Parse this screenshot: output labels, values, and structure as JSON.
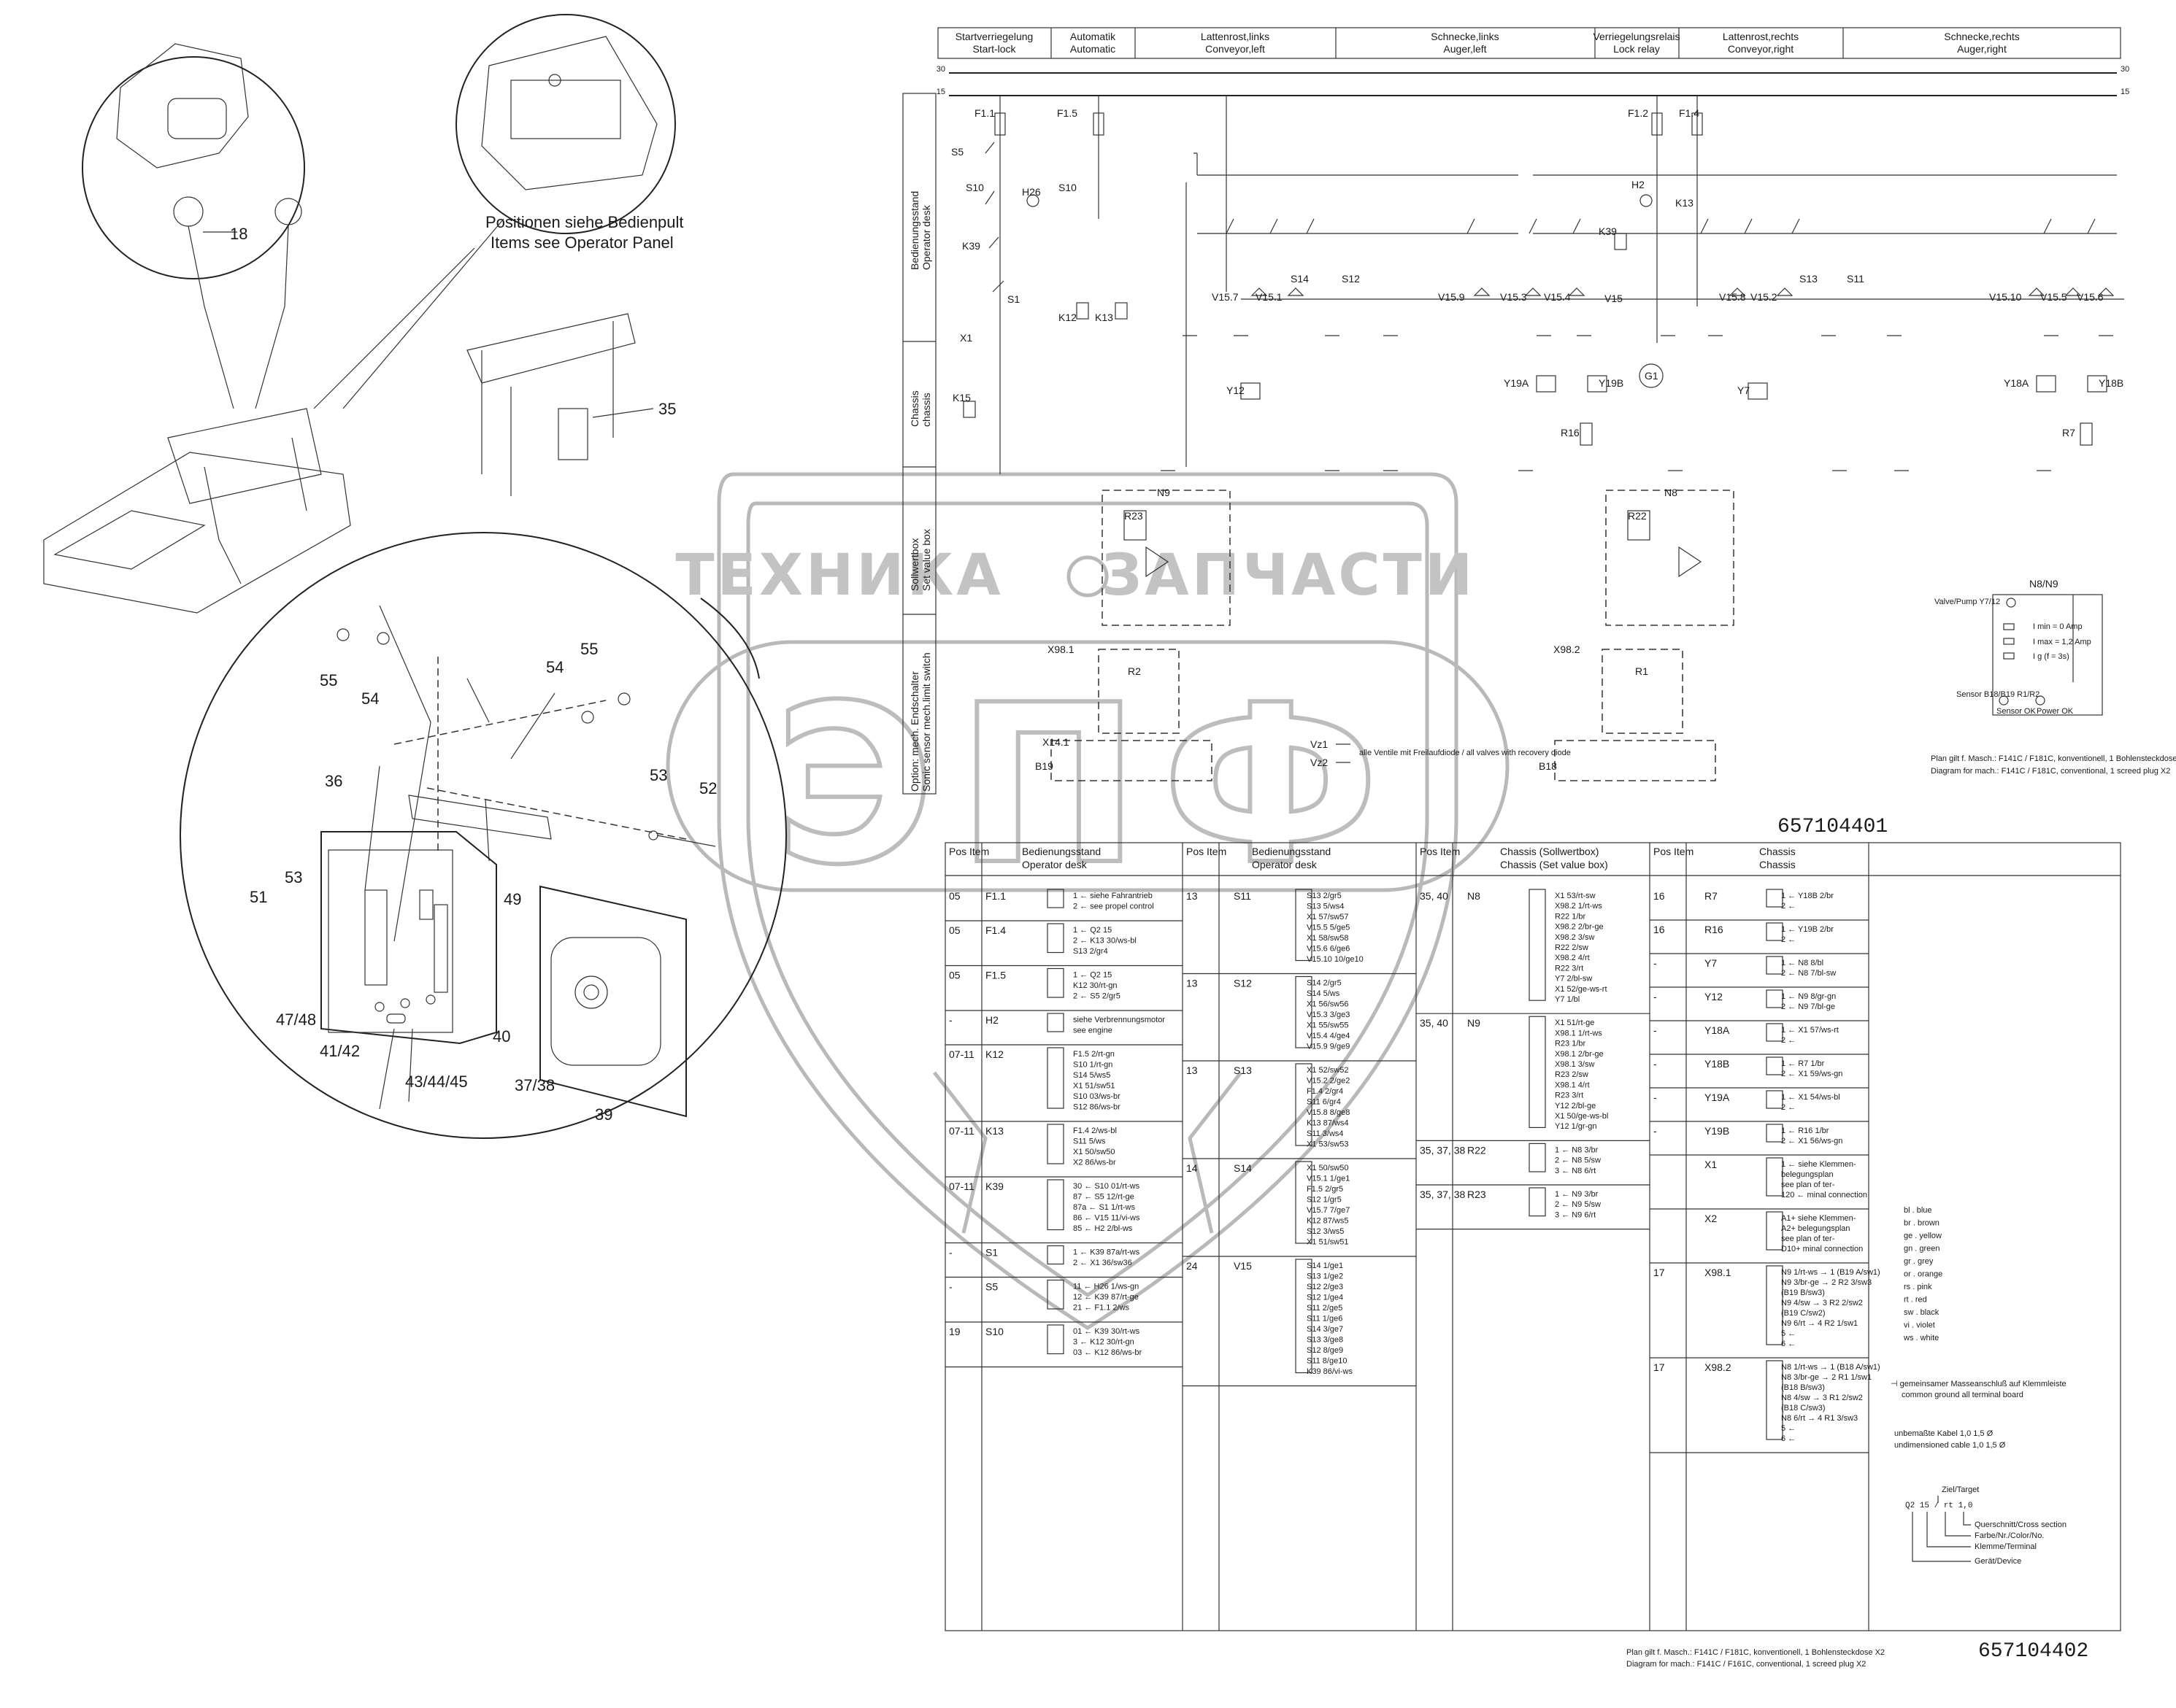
{
  "header": {
    "columns": [
      {
        "de": "Startverriegelung",
        "en": "Start-lock"
      },
      {
        "de": "Automatik",
        "en": "Automatic"
      },
      {
        "de": "Lattenrost,links",
        "en": "Conveyor,left"
      },
      {
        "de": "Schnecke,links",
        "en": "Auger,left"
      },
      {
        "de": "Verriegelungsrelais",
        "en": "Lock relay"
      },
      {
        "de": "Lattenrost,rechts",
        "en": "Conveyor,right"
      },
      {
        "de": "Schnecke,rechts",
        "en": "Auger,right"
      }
    ],
    "rail_30": "30",
    "rail_15": "15"
  },
  "side_sections": [
    {
      "de": "Bedienungsstand",
      "en": "Operator desk"
    },
    {
      "de": "Chassis",
      "en": "chassis"
    },
    {
      "de": "Sollwertbox",
      "en": "Set value box"
    },
    {
      "de": "Option: mech. Endschalter",
      "en": "Sonic sensor mech.limit switch"
    }
  ],
  "callouts": {
    "positions_de": "Positionen siehe Bedienpult",
    "positions_en": "Items see Operator Panel"
  },
  "part_numbers": [
    "18",
    "35",
    "55",
    "54",
    "55",
    "54",
    "36",
    "53",
    "52",
    "49",
    "51",
    "53",
    "47/48",
    "41/42",
    "43/44/45",
    "40",
    "37/38",
    "39"
  ],
  "components_top": [
    "F1.1",
    "F1.5",
    "S5",
    "S10",
    "H26",
    "S10",
    "K39",
    "S1",
    "K12",
    "K13",
    "X1",
    "K15",
    "F1.2",
    "F1.4",
    "H2",
    "K39",
    "K13",
    "V15.7",
    "V15.1",
    "S14",
    "S12",
    "V15.9",
    "V15.3",
    "V15.4",
    "V15",
    "V15.8",
    "V15.2",
    "S13",
    "S11",
    "V15.10",
    "V15.5",
    "V15.6",
    "Y12",
    "Y19A",
    "Y19B",
    "G1",
    "Y7",
    "Y18A",
    "Y18B",
    "R16",
    "R7",
    "N9",
    "N8",
    "R23",
    "R22",
    "R2",
    "R1",
    "X98.1",
    "X98.2",
    "X14.1",
    "B19",
    "B18",
    "Vz1",
    "Vz2"
  ],
  "diode_note": "alle Ventile mit Freilaufdiode / all valves with recovery diode",
  "legend_n8n9": {
    "title": "N8/N9",
    "valve_label": "Valve/Pump Y7/12",
    "imin": "I min = 0 Amp",
    "imax": "I max = 1,2 Amp",
    "ig": "I g (f = 3s)",
    "sensor": "Sensor B18/B19 R1/R2",
    "sensor_ok": "Sensor OK",
    "power_ok": "Power OK"
  },
  "plan_note_top": {
    "de": "Plan gilt f. Masch.: F141C / F181C, konventionell, 1 Bohlensteckdose X2",
    "en": "Diagram for mach.: F141C / F181C, conventional, 1 screed plug X2"
  },
  "drawing_no_top": "657104401",
  "table": {
    "headers": [
      {
        "pos": "Pos Item",
        "title_de": "Bedienungsstand",
        "title_en": "Operator desk"
      },
      {
        "pos": "Pos Item",
        "title_de": "Bedienungsstand",
        "title_en": "Operator desk"
      },
      {
        "pos": "Pos Item",
        "title_de": "Chassis (Sollwertbox)",
        "title_en": "Chassis (Set value box)"
      },
      {
        "pos": "Pos Item",
        "title_de": "Chassis",
        "title_en": "Chassis"
      }
    ],
    "col1": [
      {
        "pos": "05",
        "item": "F1.1",
        "lines": [
          "1 ← siehe Fahrantrieb",
          "2 ← see propel control"
        ]
      },
      {
        "pos": "05",
        "item": "F1.4",
        "lines": [
          "1 ← Q2 15",
          "2 ← K13 30/ws-bl",
          "S13 2/gr4"
        ]
      },
      {
        "pos": "05",
        "item": "F1.5",
        "lines": [
          "1 ← Q2 15",
          "K12 30/rt-gn",
          "2 ← S5 2/gr5"
        ]
      },
      {
        "pos": "-",
        "item": "H2",
        "lines": [
          "siehe Verbrennungsmotor",
          "see engine"
        ]
      },
      {
        "pos": "07-11",
        "item": "K12",
        "lines": [
          "F1.5 2/rt-gn",
          "S10 1/rt-gn",
          "S14 5/ws5",
          "X1 51/sw51",
          "S10 03/ws-br",
          "S12 86/ws-br"
        ]
      },
      {
        "pos": "07-11",
        "item": "K13",
        "lines": [
          "F1.4 2/ws-bl",
          "S11 5/ws",
          "X1 50/sw50",
          "X2 86/ws-br"
        ]
      },
      {
        "pos": "07-11",
        "item": "K39",
        "lines": [
          "30 ← S10 01/rt-ws",
          "87 ← S5 12/rt-ge",
          "87a ← S1 1/rt-ws",
          "86 ← V15 11/vi-ws",
          "85 ← H2 2/bl-ws"
        ]
      },
      {
        "pos": "-",
        "item": "S1",
        "lines": [
          "1 ← K39 87a/rt-ws",
          "2 ← X1 36/sw36"
        ]
      },
      {
        "pos": "-",
        "item": "S5",
        "lines": [
          "11 ← H26 1/ws-gn",
          "12 ← K39 87/rt-ge",
          "21 ← F1.1 2/ws"
        ]
      },
      {
        "pos": "19",
        "item": "S10",
        "lines": [
          "01 ← K39 30/rt-ws",
          "3 ← K12 30/rt-gn",
          "03 ← K12 86/ws-br"
        ]
      }
    ],
    "col2": [
      {
        "pos": "13",
        "item": "S11",
        "lines": [
          "S13 2/gr5",
          "S13 5/ws4",
          "X1 57/sw57",
          "V15.5 5/ge5",
          "X1 58/sw58",
          "V15.6 6/ge6",
          "V15.10 10/ge10"
        ]
      },
      {
        "pos": "13",
        "item": "S12",
        "lines": [
          "S14 2/gr5",
          "S14 5/ws",
          "X1 56/sw56",
          "V15.3 3/ge3",
          "X1 55/sw55",
          "V15.4 4/ge4",
          "V15.9 9/ge9"
        ]
      },
      {
        "pos": "13",
        "item": "S13",
        "lines": [
          "X1 52/sw52",
          "V15.2 2/ge2",
          "F1.4 2/gr4",
          "S11 6/gr4",
          "V15.8 8/ge8",
          "K13 87/ws4",
          "S11 3/ws4",
          "X1 53/sw53"
        ]
      },
      {
        "pos": "14",
        "item": "S14",
        "lines": [
          "X1 50/sw50",
          "V15.1 1/ge1",
          "F1.5 2/gr5",
          "S12 1/gr5",
          "V15.7 7/ge7",
          "K12 87/ws5",
          "S12 3/ws5",
          "X1 51/sw51"
        ]
      },
      {
        "pos": "24",
        "item": "V15",
        "lines": [
          "S14 1/ge1",
          "S13 1/ge2",
          "S12 2/ge3",
          "S12 1/ge4",
          "S11 2/ge5",
          "S11 1/ge6",
          "S14 3/ge7",
          "S13 3/ge8",
          "S12 8/ge9",
          "S11 8/ge10",
          "K39 86/vi-ws"
        ]
      }
    ],
    "col3": [
      {
        "pos": "35, 40",
        "item": "N8",
        "lines": [
          "X1 53/rt-sw",
          "X98.2 1/rt-ws",
          "R22 1/br",
          "X98.2 2/br-ge",
          "X98.2 3/sw",
          "R22 2/sw",
          "X98.2 4/rt",
          "R22 3/rt",
          "Y7 2/bl-sw",
          "X1 52/ge-ws-rt",
          "Y7 1/bl"
        ]
      },
      {
        "pos": "35, 40",
        "item": "N9",
        "lines": [
          "X1 51/rt-ge",
          "X98.1 1/rt-ws",
          "R23 1/br",
          "X98.1 2/br-ge",
          "X98.1 3/sw",
          "R23 2/sw",
          "X98.1 4/rt",
          "R23 3/rt",
          "Y12 2/bl-ge",
          "X1 50/ge-ws-bl",
          "Y12 1/gr-gn"
        ]
      },
      {
        "pos": "35, 37, 38",
        "item": "R22",
        "lines": [
          "1 ← N8 3/br",
          "2 ← N8 5/sw",
          "3 ← N8 6/rt"
        ]
      },
      {
        "pos": "35, 37, 38",
        "item": "R23",
        "lines": [
          "1 ← N9 3/br",
          "2 ← N9 5/sw",
          "3 ← N9 6/rt"
        ]
      }
    ],
    "col4": [
      {
        "pos": "16",
        "item": "R7",
        "lines": [
          "1 ← Y18B 2/br",
          "2 ←"
        ]
      },
      {
        "pos": "16",
        "item": "R16",
        "lines": [
          "1 ← Y19B 2/br",
          "2 ←"
        ]
      },
      {
        "pos": "-",
        "item": "Y7",
        "lines": [
          "1 ← N8 8/bl",
          "2 ← N8 7/bl-sw"
        ]
      },
      {
        "pos": "-",
        "item": "Y12",
        "lines": [
          "1 ← N9 8/gr-gn",
          "2 ← N9 7/bl-ge"
        ]
      },
      {
        "pos": "-",
        "item": "Y18A",
        "lines": [
          "1 ← X1 57/ws-rt",
          "2 ←"
        ]
      },
      {
        "pos": "-",
        "item": "Y18B",
        "lines": [
          "1 ← R7 1/br",
          "2 ← X1 59/ws-gn"
        ]
      },
      {
        "pos": "-",
        "item": "Y19A",
        "lines": [
          "1 ← X1 54/ws-bl",
          "2 ←"
        ]
      },
      {
        "pos": "-",
        "item": "Y19B",
        "lines": [
          "1 ← R16 1/br",
          "2 ← X1 56/ws-gn"
        ]
      },
      {
        "pos": "",
        "item": "X1",
        "lines": [
          "1 ← siehe Klemmen-",
          "belegungsplan",
          "see plan of ter-",
          "120 ← minal connection"
        ]
      },
      {
        "pos": "",
        "item": "X2",
        "lines": [
          "A1+ siehe Klemmen-",
          "A2+ belegungsplan",
          "see plan of ter-",
          "D10+ minal connection"
        ]
      },
      {
        "pos": "17",
        "item": "X98.1",
        "lines": [
          "N9 1/rt-ws → 1 (B19 A/sw1)",
          "N9 3/br-ge → 2 R2 3/sw3",
          "(B19 B/sw3)",
          "N9 4/sw → 3 R2 2/sw2",
          "(B19 C/sw2)",
          "N9 6/rt → 4 R2 1/sw1",
          "5 ←",
          "6 ←"
        ]
      },
      {
        "pos": "17",
        "item": "X98.2",
        "lines": [
          "N8 1/rt-ws → 1 (B18 A/sw1)",
          "N8 3/br-ge → 2 R1 1/sw1",
          "(B18 B/sw3)",
          "N8 4/sw → 3 R1 2/sw2",
          "(B18 C/sw3)",
          "N8 6/rt → 4 R1 3/sw3",
          "5 ←",
          "6 ←"
        ]
      }
    ]
  },
  "color_codes": [
    "bl . blue",
    "br . brown",
    "ge . yellow",
    "gn . green",
    "gr . grey",
    "or . orange",
    "rs . pink",
    "rt . red",
    "sw . black",
    "vi . violet",
    "ws . white"
  ],
  "ground_note": {
    "de": "⊣ gemeinsamer Masseanschluß auf Klemmleiste",
    "en": "common ground all terminal board"
  },
  "cable_note": {
    "de": "unbemaßte Kabel 1,0    1,5 Ø",
    "en": "undimensioned cable 1,0    1,5 Ø"
  },
  "wire_key": {
    "ziel": "Ziel/Target",
    "example": "Q2  15 / rt  1,0",
    "cross_section": "Querschnitt/Cross section",
    "color": "Farbe/Nr./Color/No.",
    "terminal": "Klemme/Terminal",
    "device": "Gerät/Device"
  },
  "drawing_no_bottom": "657104402",
  "plan_note_bottom": {
    "de": "Plan gilt f. Masch.: F141C / F181C, konventionell, 1 Bohlensteckdose X2",
    "en": "Diagram for mach.: F141C / F161C, conventional, 1 screed plug X2"
  },
  "watermark": {
    "left": "ТЕХНИКА",
    "right": "ЗАПЧАСТИ",
    "logo": "ЭПФ"
  }
}
